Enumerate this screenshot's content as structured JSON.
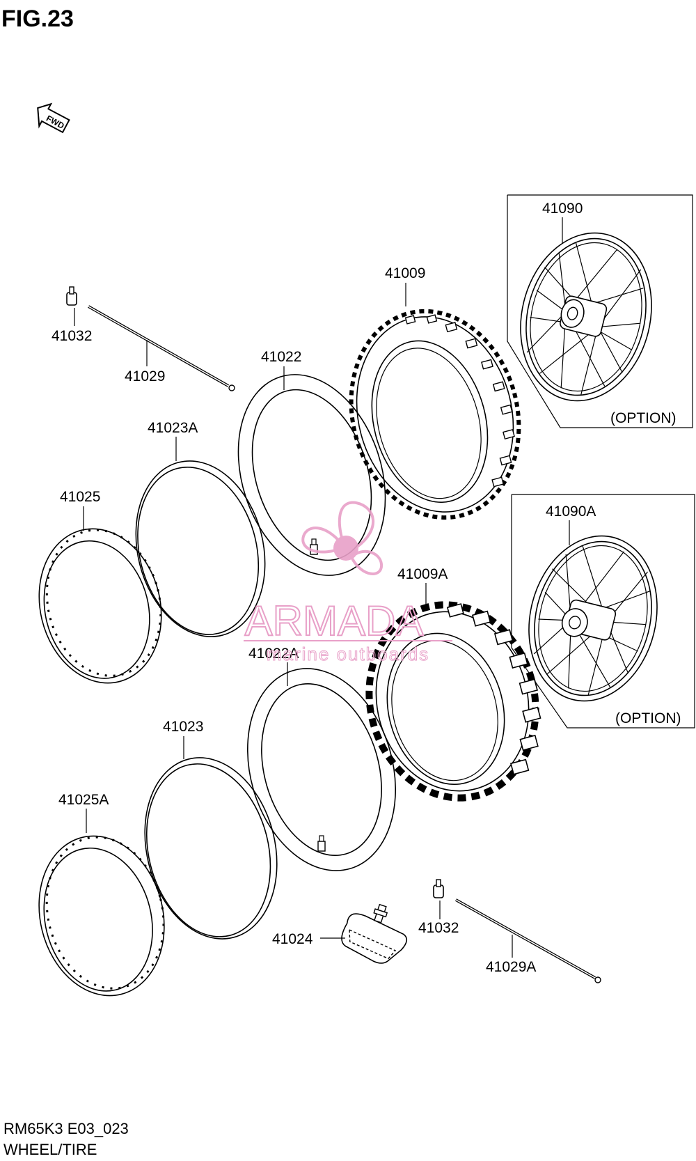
{
  "figure": {
    "title": "FIG.23",
    "fwd_label": "FWD",
    "code": "RM65K3 E03_023",
    "name": "WHEEL/TIRE"
  },
  "parts": {
    "p41090": "41090",
    "p41009": "41009",
    "p41032_top": "41032",
    "p41029": "41029",
    "p41022": "41022",
    "p41023A": "41023A",
    "p41025": "41025",
    "p41090A": "41090A",
    "p41009A": "41009A",
    "p41022A": "41022A",
    "p41023": "41023",
    "p41025A": "41025A",
    "p41032_bottom": "41032",
    "p41024": "41024",
    "p41029A": "41029A"
  },
  "option_top": "(OPTION)",
  "option_bottom": "(OPTION)",
  "watermark": {
    "brand": "ARMADA",
    "tagline": "marine outboards",
    "color": "#e8a0c8"
  }
}
